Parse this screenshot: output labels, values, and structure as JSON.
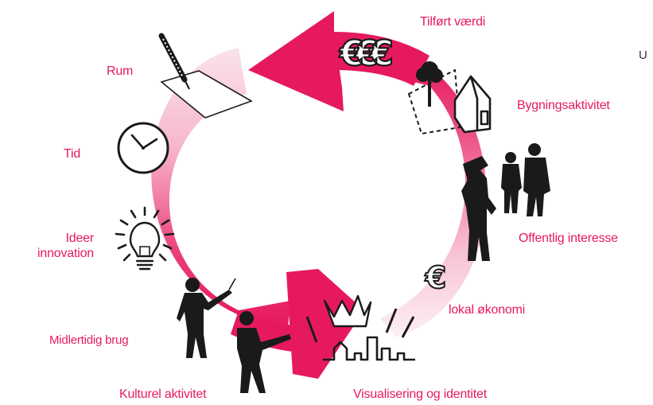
{
  "diagram": {
    "colors": {
      "accent": "#e6195f",
      "accent_light": "#f6c6d4",
      "silhouette": "#1a1a1a",
      "label": "#e6195f"
    },
    "center_symbol": "€€€",
    "euro_symbol": "€",
    "labels": {
      "tilfoert_vaerdi": "Tilført værdi",
      "edge_fragment": "U",
      "rum": "Rum",
      "bygningsaktivitet": "Bygningsaktivitet",
      "tid": "Tid",
      "offentlig_interesse": "Offentlig interesse",
      "ideer": "Ideer",
      "innovation": "innovation",
      "lokal_oekonomi": "lokal økonomi",
      "midlertidig_brug": "Midlertidig brug",
      "kulturel_aktivitet": "Kulturel aktivitet",
      "visualisering": "Visualisering og identitet"
    },
    "icons": [
      "euro-coins-icon",
      "tree-icon",
      "house-icon",
      "thermometer-icon",
      "paper-icon",
      "clock-icon",
      "lightbulb-icon",
      "crown-icon",
      "skyline-icon",
      "euro-icon",
      "photographer-silhouette-icon",
      "walking-people-silhouette-icon",
      "presenter-silhouette-icon",
      "guitarist-silhouette-icon"
    ]
  }
}
